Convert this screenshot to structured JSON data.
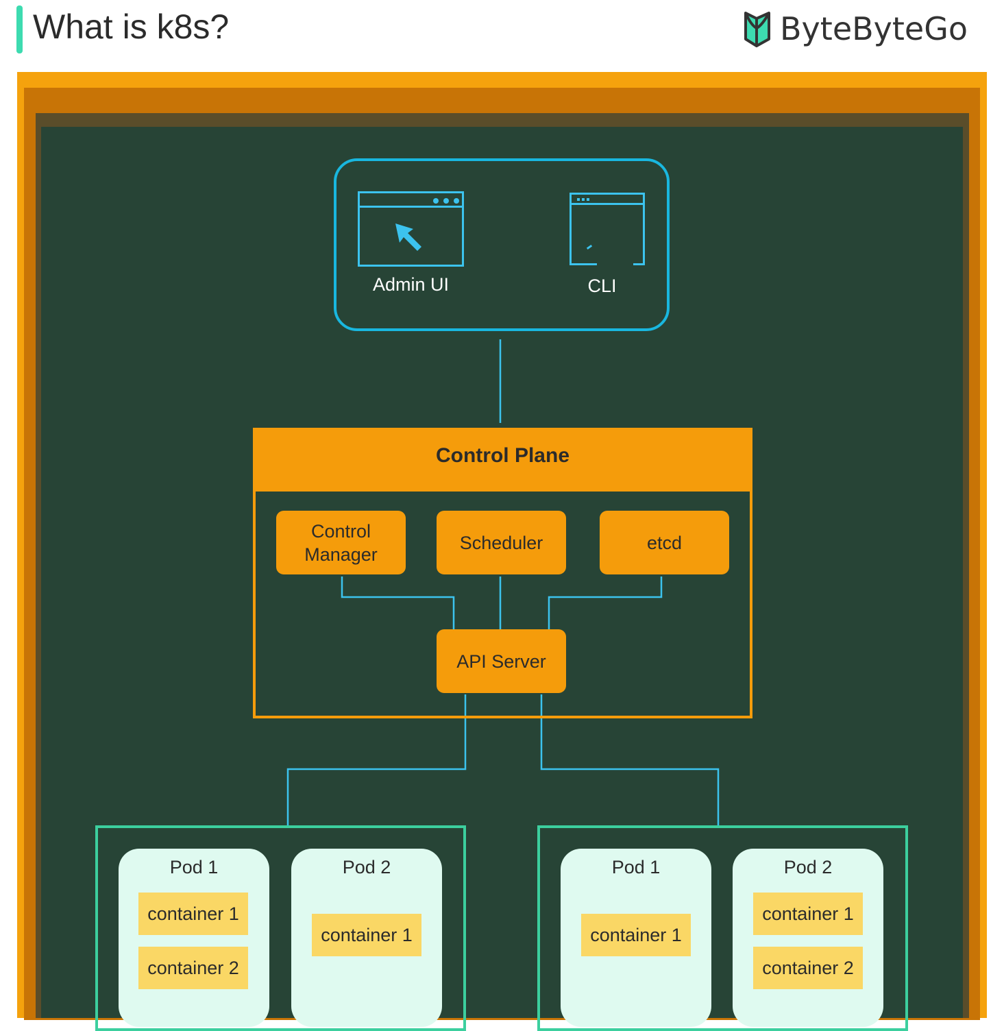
{
  "header": {
    "title": "What is k8s?",
    "brand": "ByteByteGo"
  },
  "colors": {
    "frame": "#f5a20d",
    "board": "#274436",
    "cyan": "#19b7df",
    "orange": "#f59c0b",
    "node_border": "#3ccf9e",
    "pod_bg": "#dffaf0",
    "container_bg": "#fad765",
    "accent": "#3ddbb0"
  },
  "clients": {
    "admin_ui": "Admin UI",
    "cli": "CLI"
  },
  "control_plane": {
    "title": "Control Plane",
    "control_manager": "Control\nManager",
    "scheduler": "Scheduler",
    "etcd": "etcd",
    "api_server": "API Server"
  },
  "nodes": [
    {
      "pods": [
        {
          "title": "Pod 1",
          "containers": [
            "container 1",
            "container 2"
          ]
        },
        {
          "title": "Pod 2",
          "containers": [
            "container 1"
          ]
        }
      ]
    },
    {
      "pods": [
        {
          "title": "Pod 1",
          "containers": [
            "container 1"
          ]
        },
        {
          "title": "Pod 2",
          "containers": [
            "container 1",
            "container 2"
          ]
        }
      ]
    }
  ]
}
